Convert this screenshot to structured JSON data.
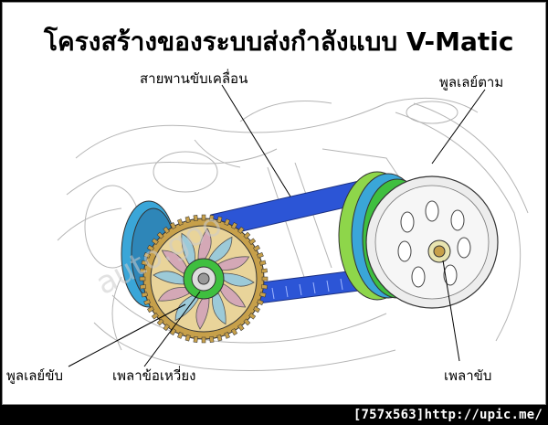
{
  "title": "โครงสร้างของระบบส่งกำลังแบบ V-Matic",
  "labels": {
    "drive_belt": "สายพานขับเคลื่อน",
    "driven_pulley": "พูลเลย์ตาม",
    "drive_pulley": "พูลเลย์ขับ",
    "crankshaft": "เพลาข้อเหวี่ยง",
    "drive_shaft": "เพลาขับ"
  },
  "watermark": "auto.goo",
  "footer": {
    "image_size": "[757x563]",
    "url": "http://upic.me/"
  },
  "colors": {
    "belt": "#2c55d6",
    "fan_blade": "#d4a8b6",
    "fan_blade_alt": "#9ccad8",
    "ring_gear": "#c7a04a",
    "hub_green": "#3fbf3f",
    "clutch_blue": "#3aa6d8",
    "clutch_green": "#8ed64a",
    "outline": "#333333"
  },
  "icons": [
    "drive-pulley-icon",
    "driven-pulley-icon",
    "belt-icon",
    "crankshaft-icon",
    "drive-shaft-icon"
  ]
}
